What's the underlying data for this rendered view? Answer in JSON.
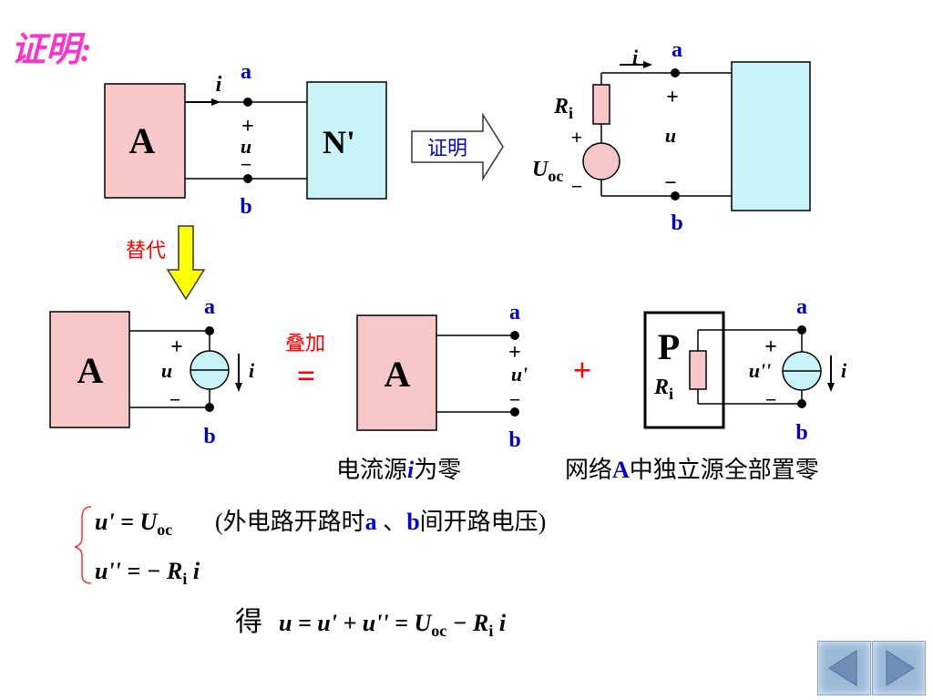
{
  "title": "证明:",
  "arrow_label_prove": "证明",
  "arrow_label_substitute": "替代",
  "label_superposition": "叠加",
  "caption_left": {
    "prefix": "电流源",
    "var": "i",
    "suffix": "为零"
  },
  "caption_right": {
    "prefix": "网络",
    "var": "A",
    "suffix": "中独立源全部置零"
  },
  "equations": {
    "line1_expr": "u' = U",
    "line1_sub": "oc",
    "line1_note_open": "(外电路开路时",
    "line1_note_a": "a",
    "line1_note_mid": " 、",
    "line1_note_b": "b",
    "line1_note_close": "间开路电压)",
    "line2_expr": "u'' = − R",
    "line2_sub": "i",
    "line2_tail": " i",
    "result_prefix": "得",
    "result_expr": "u = u' + u'' = U",
    "result_sub1": "oc",
    "result_mid": " − R",
    "result_sub2": "i",
    "result_tail": " i"
  },
  "labels": {
    "A": "A",
    "N": "N'",
    "P": "P",
    "a": "a",
    "b": "b",
    "i": "i",
    "u": "u",
    "u1": "u'",
    "u2": "u''",
    "plus": "+",
    "minus": "−",
    "R": "R",
    "R_sub": "i",
    "U": "U",
    "U_sub": "oc",
    "equals": "=",
    "big_plus": "+"
  },
  "colors": {
    "box_A": "#f8c8c8",
    "box_N": "#c8f4f8",
    "terminal_blue": "#0000cc",
    "title_magenta": "#ff33cc",
    "arrow_yellow": "#ffff00",
    "red": "#ff0000"
  },
  "nav": {
    "prev_icon": "triangle-left-icon",
    "next_icon": "triangle-right-icon"
  }
}
